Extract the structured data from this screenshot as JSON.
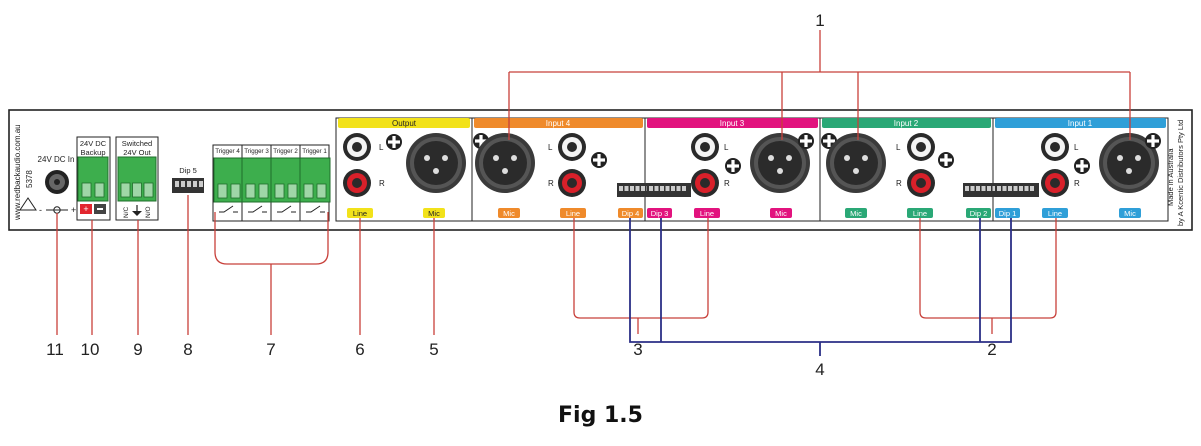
{
  "caption": "Fig 1.5",
  "website": "www.redbackaudio.com.au",
  "model": "5378",
  "made_in": "Made in Australia",
  "made_by": "by A Kcentic Distributors Pty Ltd",
  "dc_in_label": "24V DC In",
  "dc_polarity_left": "-",
  "dc_polarity_right": "+",
  "dc_backup_label_1": "24V DC",
  "dc_backup_label_2": "Backup",
  "sw_out_label_1": "Switched",
  "sw_out_label_2": "24V Out",
  "nc_label": "N/C",
  "no_label": "N/O",
  "dip5_label": "Dip 5",
  "triggers": [
    "Trigger 4",
    "Trigger 3",
    "Trigger 2",
    "Trigger 1"
  ],
  "sections": {
    "output": "Output",
    "input4": "Input 4",
    "input3": "Input 3",
    "input2": "Input 2",
    "input1": "Input 1"
  },
  "tags": {
    "line": "Line",
    "mic": "Mic",
    "dip4": "Dip 4",
    "dip3": "Dip 3",
    "dip2": "Dip 2",
    "dip1": "Dip 1"
  },
  "channel_l": "L",
  "channel_r": "R",
  "callouts": [
    "1",
    "2",
    "3",
    "4",
    "5",
    "6",
    "7",
    "8",
    "9",
    "10",
    "11"
  ],
  "colors": {
    "output": "#f2e21a",
    "input4": "#ef8a2b",
    "input3": "#e2137e",
    "input2": "#2aa876",
    "input1": "#2f9fd8",
    "callout_red": "#c8403a",
    "callout_blue": "#2b2f86",
    "terminal_green": "#3dae4d"
  }
}
